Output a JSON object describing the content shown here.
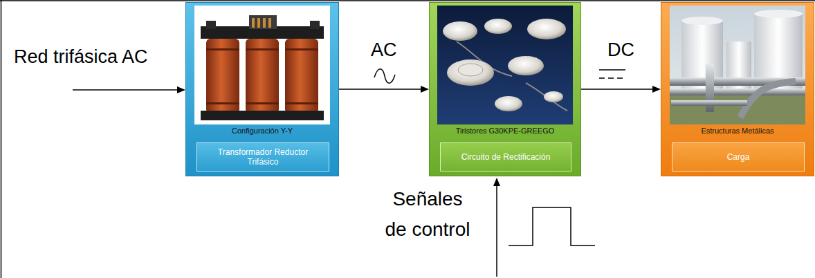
{
  "diagram": {
    "nodes": [
      {
        "text": [
          "Configuración Y-Y"
        ]
      },
      {
        "text": [
          "Transformador Reductor Trifásico"
        ],
        "in": 0
      },
      {
        "text": [
          "Tiristores G30KPE-GREEGO"
        ]
      },
      {
        "text": [
          "Circuito de Rectificación"
        ],
        "in": 2
      },
      {
        "text": [
          "Estructuras Metálicas"
        ]
      },
      {
        "text": [
          "Carga"
        ],
        "in": 4
      }
    ],
    "edges": [
      {
        "from": 0,
        "to": 2,
        "label": "AC",
        "arrow": "to"
      },
      {
        "from": 2,
        "to": 4,
        "label": "DC",
        "arrow": "to"
      }
    ],
    "labels": [
      "Red trifásica AC",
      "Señales de control"
    ]
  }
}
